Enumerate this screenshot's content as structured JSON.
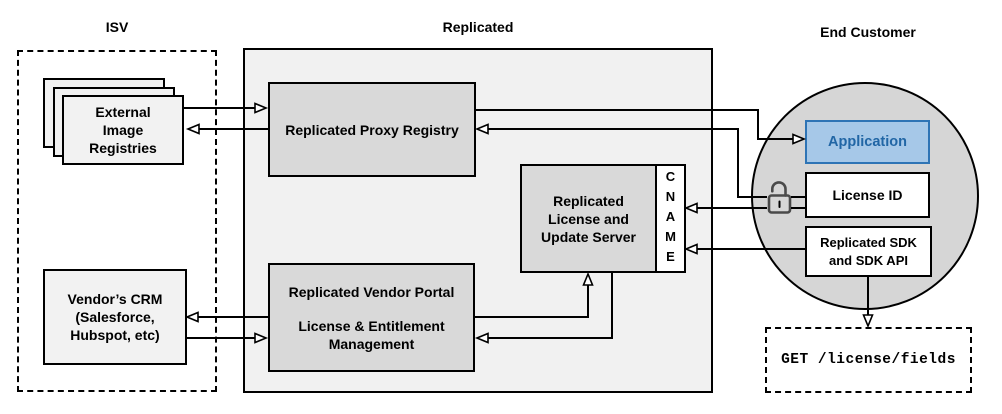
{
  "headers": {
    "isv": "ISV",
    "replicated": "Replicated",
    "end_customer": "End Customer"
  },
  "nodes": {
    "external_registries": {
      "lines": [
        "External",
        "Image",
        "Registries"
      ]
    },
    "vendors_crm": {
      "lines": [
        "Vendor’s CRM",
        "(Salesforce,",
        "Hubspot, etc)"
      ]
    },
    "proxy_registry": {
      "label": "Replicated Proxy Registry"
    },
    "vendor_portal": {
      "title": "Replicated Vendor Portal",
      "subtitle_lines": [
        "License & Entitlement",
        "Management"
      ]
    },
    "license_update_server": {
      "lines": [
        "Replicated",
        "License and",
        "Update Server"
      ],
      "cname": "CNAME"
    },
    "application": {
      "label": "Application"
    },
    "license_id": {
      "label": "License ID"
    },
    "replicated_sdk": {
      "lines": [
        "Replicated SDK",
        "and SDK API"
      ]
    },
    "get_request": {
      "label": "GET /license/fields"
    }
  },
  "icons": {
    "lock": "open-padlock-icon"
  },
  "connections": [
    {
      "from": "external-image-registries",
      "to": "replicated-proxy-registry"
    },
    {
      "from": "replicated-proxy-registry",
      "to": "external-image-registries"
    },
    {
      "from": "vendor-portal",
      "to": "vendors-crm"
    },
    {
      "from": "vendors-crm",
      "to": "vendor-portal"
    },
    {
      "from": "vendor-portal",
      "to": "license-update-server"
    },
    {
      "from": "license-update-server",
      "to": "vendor-portal"
    },
    {
      "from": "replicated-proxy-registry",
      "to": "application"
    },
    {
      "from": "license-id",
      "to": "replicated-proxy-registry"
    },
    {
      "from": "license-id",
      "to": "cname"
    },
    {
      "from": "replicated-sdk",
      "to": "cname"
    },
    {
      "from": "replicated-sdk",
      "to": "get-license-fields"
    }
  ],
  "colors": {
    "node_gray": "#d9d9d9",
    "container_gray": "#f1f1f1",
    "circle_gray": "#d6d6d6",
    "light_node_gray": "#f2f2f2",
    "accent_blue_fill": "#a6c8e8",
    "accent_blue_border": "#2e74b5",
    "accent_blue_text": "#2166a5",
    "line_black": "#000000",
    "lock_gray": "#4a4a4a"
  }
}
